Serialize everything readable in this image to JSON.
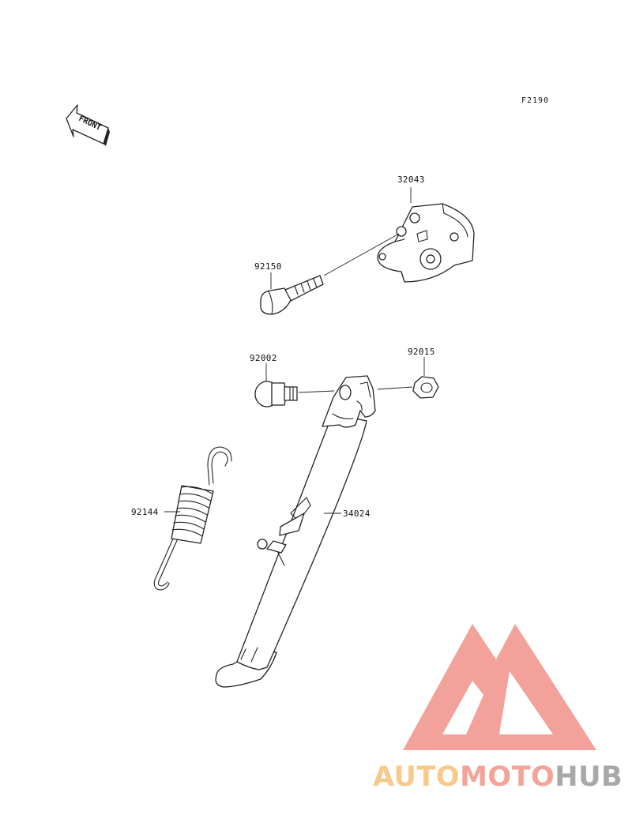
{
  "diagram": {
    "figure_code": "F2190",
    "front_label": "FRONT",
    "parts": [
      {
        "number": "32043",
        "name": "bracket"
      },
      {
        "number": "92150",
        "name": "bolt"
      },
      {
        "number": "92002",
        "name": "pivot-bolt"
      },
      {
        "number": "92015",
        "name": "nut"
      },
      {
        "number": "92144",
        "name": "spring"
      },
      {
        "number": "34024",
        "name": "side-stand"
      }
    ]
  },
  "watermark": {
    "part1": "AUTO",
    "part2": "MOTO",
    "part3": "HUB",
    "colors": {
      "logo": "#f2a29a",
      "auto": "#f7c98a",
      "moto": "#f3a397",
      "hub": "#a8a8a8"
    }
  }
}
